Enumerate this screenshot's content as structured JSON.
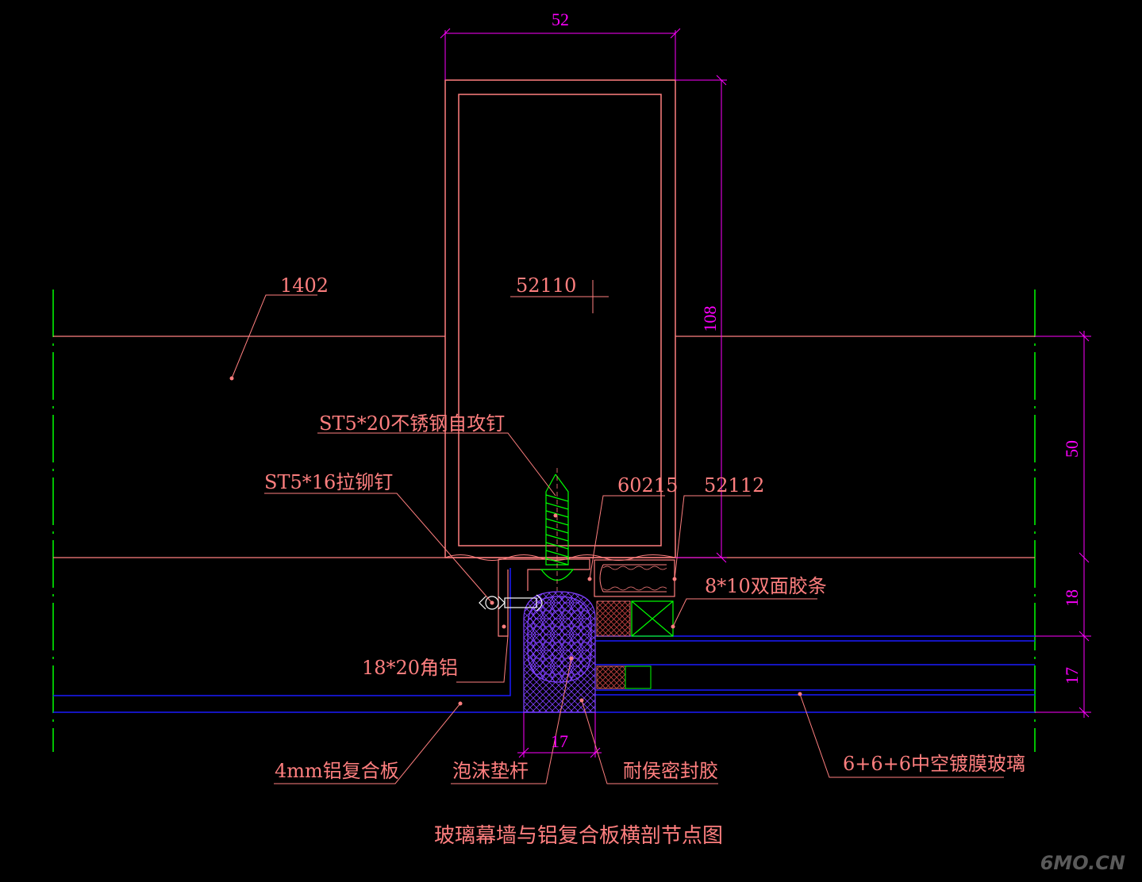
{
  "colors": {
    "background": "#000000",
    "outline": "#ff7f7f",
    "dimension": "#ff00ff",
    "leader": "#ff7f7f",
    "green": "#00ff00",
    "blue": "#1a1aff",
    "hatch": "#7f3fff",
    "watermark": "#5a5a5a"
  },
  "dimensions": {
    "width_top": "52",
    "height_right": "108",
    "panel_50": "50",
    "panel_18": "18",
    "panel_17": "17",
    "gap_17": "17"
  },
  "labels": {
    "panel_code": "1402",
    "frame_code": "52110",
    "screw": "ST5*20不锈钢自攻钉",
    "rivet": "ST5*16拉铆钉",
    "part_60215": "60215",
    "part_52112": "52112",
    "tape": "8*10双面胶条",
    "angle_alu": "18*20角铝",
    "composite_panel": "4mm铝复合板",
    "foam_rod": "泡沫垫杆",
    "sealant": "耐侯密封胶",
    "glass": "6+6+6中空镀膜玻璃"
  },
  "title": "玻璃幕墙与铝复合板横剖节点图",
  "watermark": "6MO.CN"
}
